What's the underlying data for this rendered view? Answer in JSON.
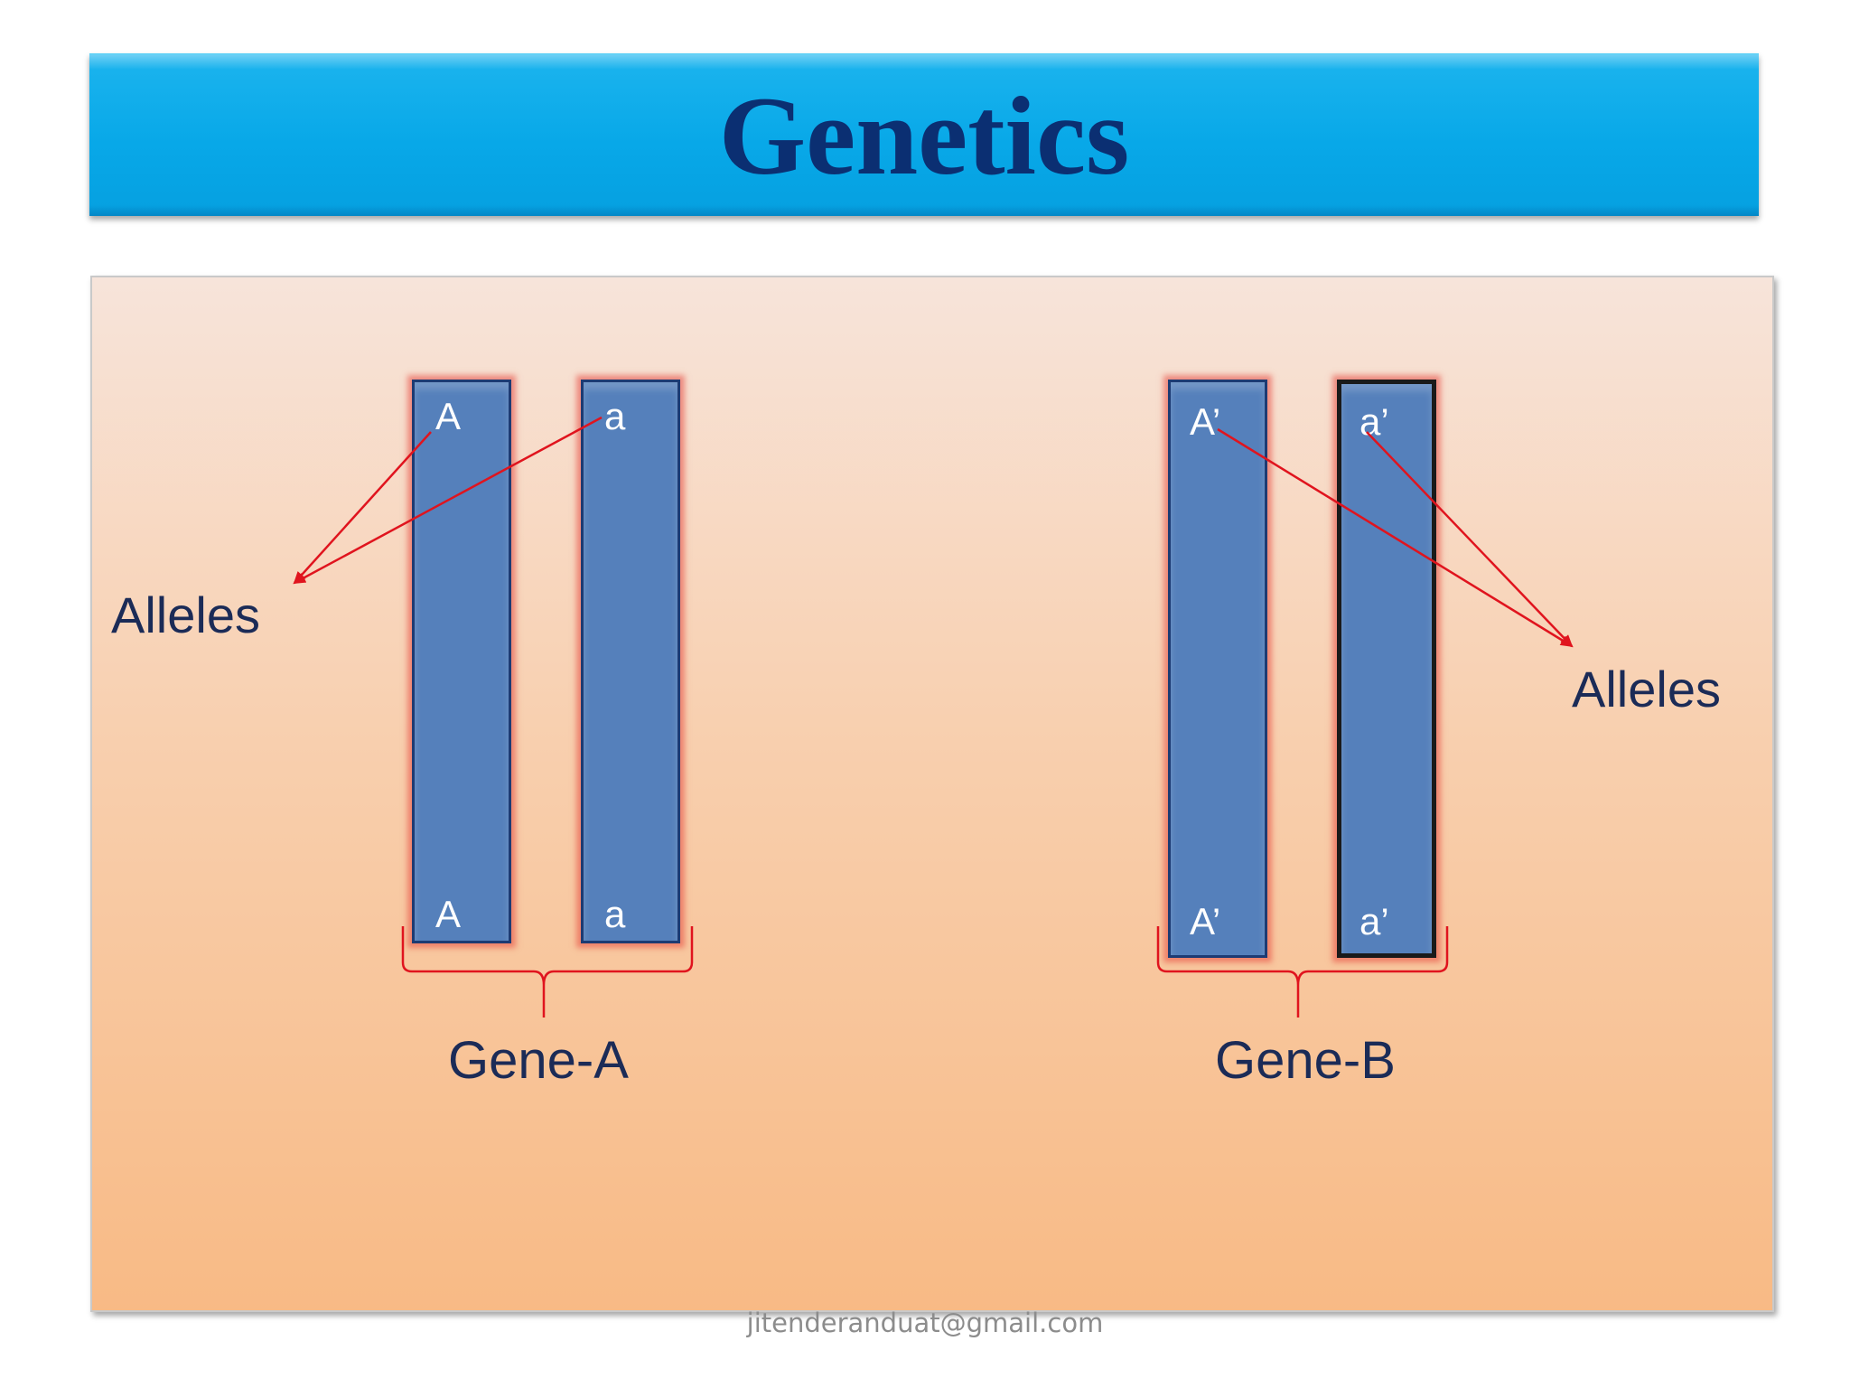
{
  "slide": {
    "title": "Genetics",
    "footer": "jitenderanduat@gmail.com"
  },
  "gene_a": {
    "name": "Gene-A",
    "alleles_caption": "Alleles",
    "chromosome_1": {
      "top": "A",
      "bottom": "A"
    },
    "chromosome_2": {
      "top": "a",
      "bottom": "a"
    }
  },
  "gene_b": {
    "name": "Gene-B",
    "alleles_caption": "Alleles",
    "chromosome_1": {
      "top": "A’",
      "bottom": "A’"
    },
    "chromosome_2": {
      "top": "a’",
      "bottom": "a’"
    }
  },
  "colors": {
    "banner": "#08a8e8",
    "title_text": "#0b2f72",
    "chromosome_fill": "#5580bb",
    "pointer_lines": "#e0141e",
    "label_text": "#1b2b57"
  }
}
